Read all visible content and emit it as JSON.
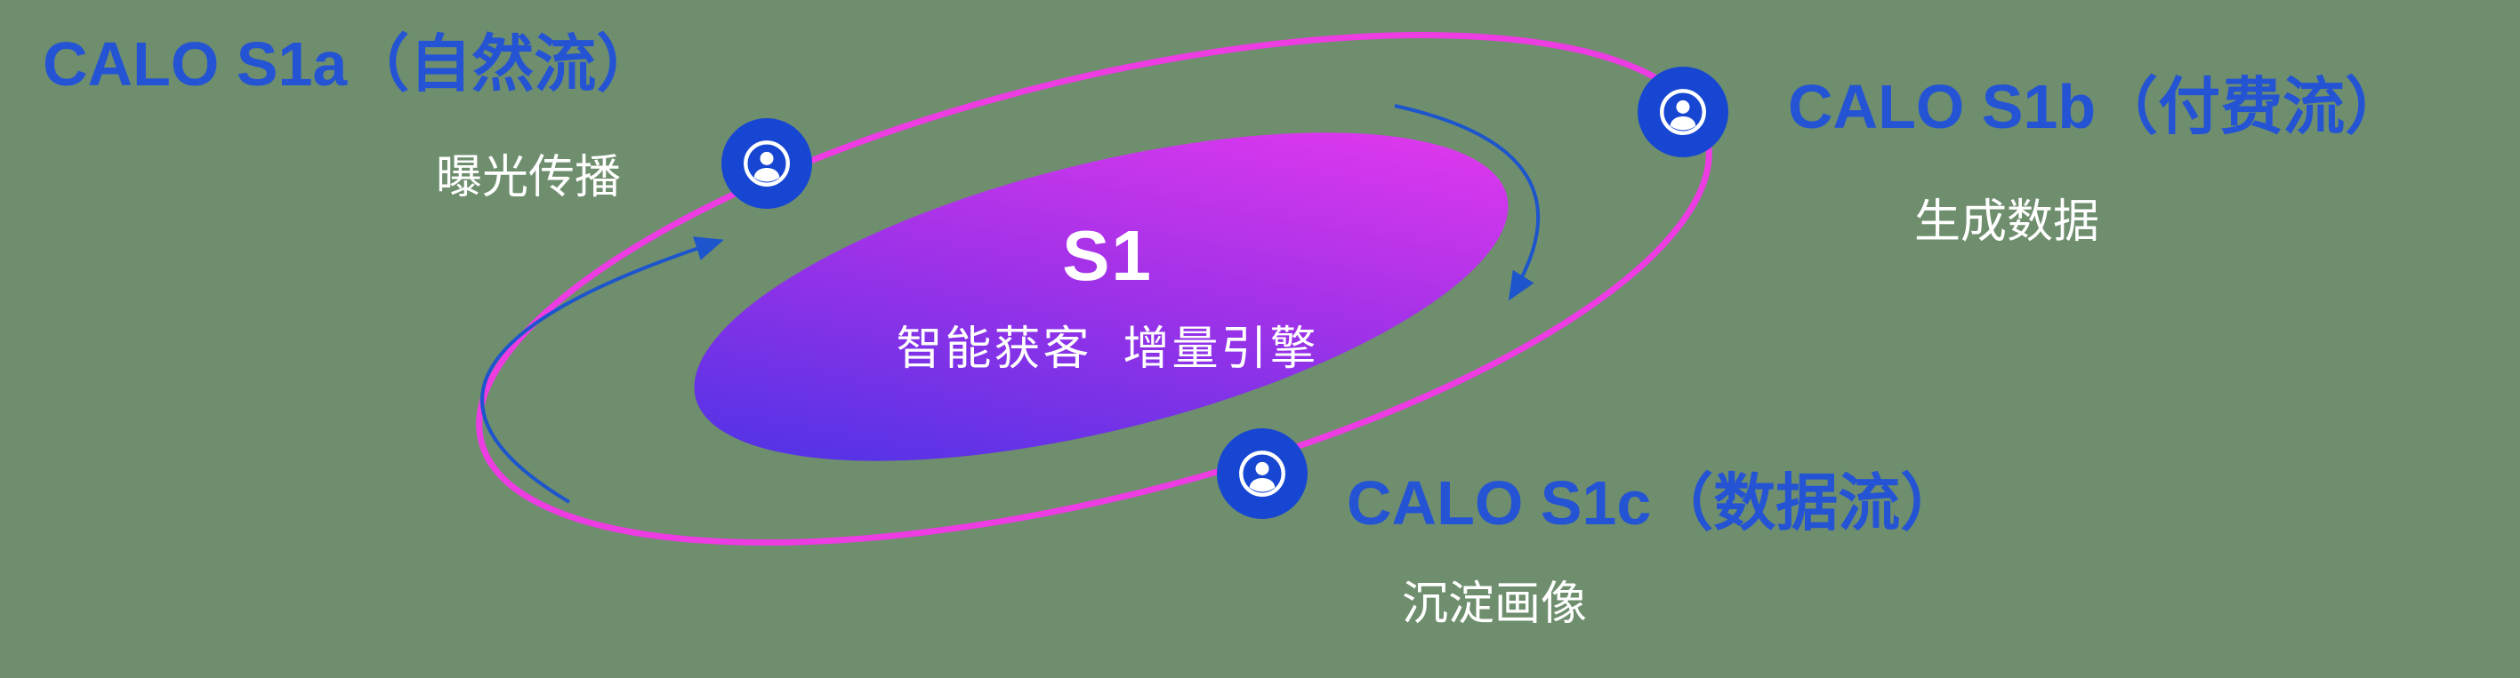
{
  "background_color": "#6e8e6e",
  "colors": {
    "label_blue": "#2454d4",
    "node_blue": "#1747d2",
    "arrow_blue": "#1d55cc",
    "orbit_magenta": "#ee3ce3",
    "core_gradient_start": "#4733e6",
    "core_gradient_mid": "#a432e8",
    "core_gradient_end": "#e939ee",
    "text_white": "#ffffff"
  },
  "center": {
    "title": "S1",
    "subtitle": "智能获客  增量引擎"
  },
  "nodes": [
    {
      "label": "CALO S1a（自然流）",
      "sublabel": "曝光传播",
      "icon": "person-in-circle"
    },
    {
      "label": "CALO S1b（付费流）",
      "sublabel": "生成数据",
      "icon": "person-in-circle"
    },
    {
      "label": "CALO S1c（数据流）",
      "sublabel": "沉淀画像",
      "icon": "person-in-circle"
    }
  ]
}
